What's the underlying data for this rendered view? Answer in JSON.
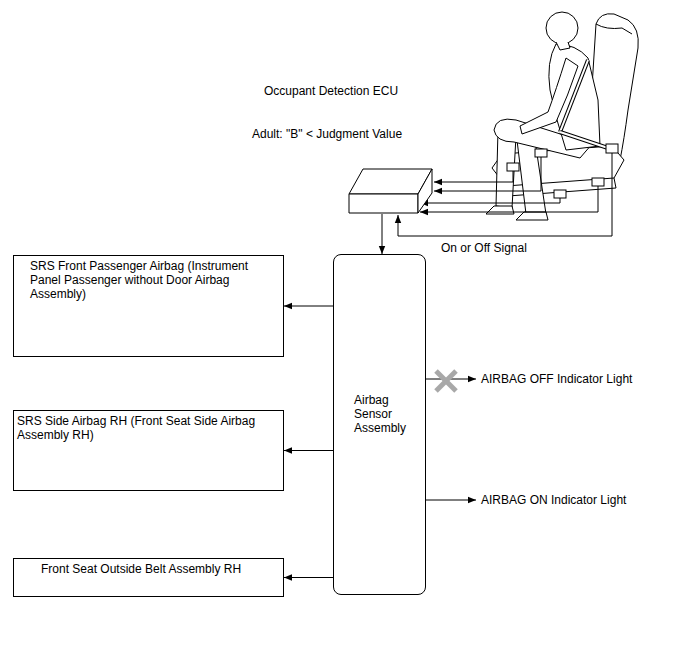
{
  "diagram": {
    "nodes": [
      {
        "text": [
          "Occupant Detection ECU"
        ]
      },
      {
        "text": [
          "Airbag Sensor Assembly"
        ]
      },
      {
        "text": [
          "SRS Front Passenger Airbag (Instrument Panel Passenger without Door Airbag Assembly)"
        ]
      },
      {
        "text": [
          "SRS Side Airbag RH (Front Seat Side Airbag Assembly RH)"
        ]
      },
      {
        "text": [
          "Front Seat Outside Belt Assembly RH"
        ]
      }
    ],
    "edges": [
      {
        "from": 0,
        "to": 1,
        "arrow": "to"
      },
      {
        "from": 1,
        "to": 2,
        "arrow": "to"
      },
      {
        "from": 1,
        "to": 3,
        "arrow": "to"
      },
      {
        "from": 1,
        "to": 4,
        "arrow": "to"
      }
    ],
    "labels": [
      "Adult: \"B\" < Judgment Value",
      "On or Off Signal",
      "AIRBAG OFF Indicator Light",
      "AIRBAG ON Indicator Light"
    ]
  }
}
